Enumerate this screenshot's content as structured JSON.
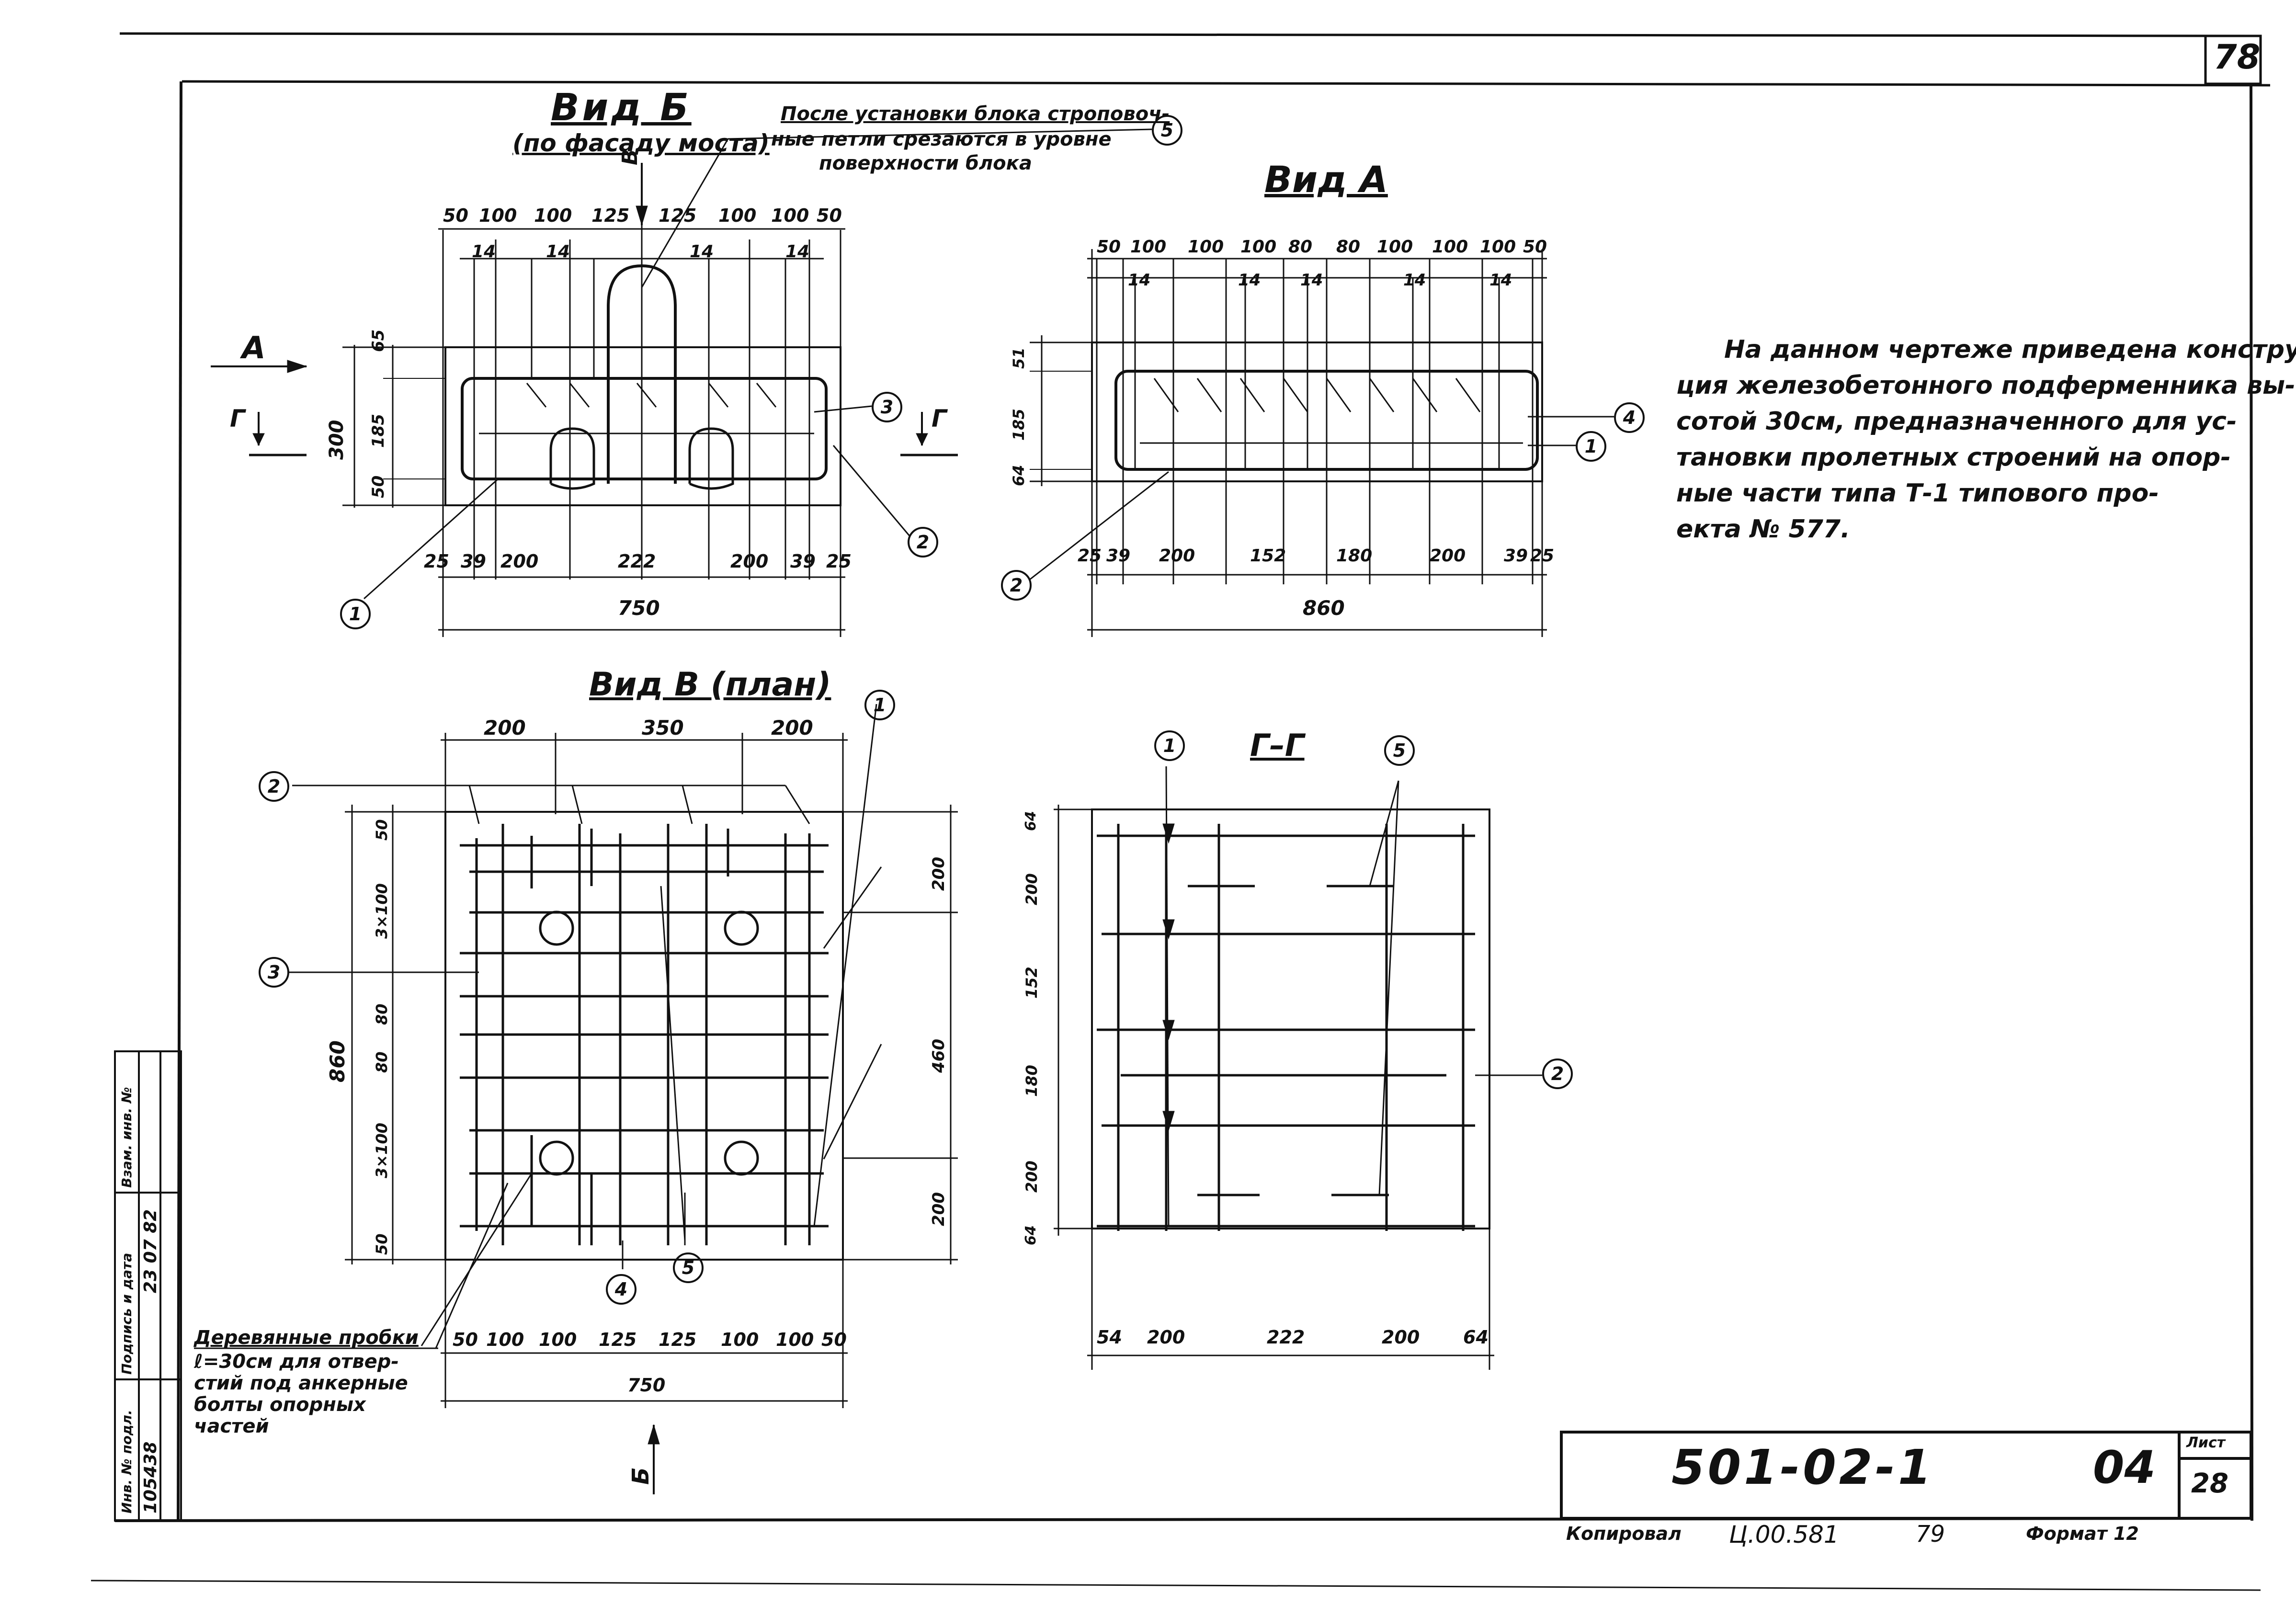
{
  "sheet": {
    "page_number_top": "78",
    "drawing_code": "501-02-1",
    "sheet_code": "04",
    "list_label": "Лист",
    "list_number": "28",
    "copied_by_label": "Копировал",
    "copied_by_sign": "Ц.00.581",
    "copy_number": "79",
    "format_label": "Формат 12"
  },
  "stamp": {
    "col1_label": "Инв. № подл.",
    "col1_value": "105438",
    "col2_label": "Подпись и дата",
    "col2_value": "23 07 82",
    "col3_label": "Взам. инв. №"
  },
  "view_b": {
    "title": "Вид Б",
    "subtitle": "(по фасаду моста)",
    "note_lines": [
      "После установки блока строповоч-",
      "ные петли срезаются в уровне",
      "поверхности блока"
    ],
    "top_dims": [
      "50",
      "100",
      "100",
      "125",
      "125",
      "100",
      "100",
      "50"
    ],
    "bar_dims": [
      "14",
      "14",
      "14",
      "14"
    ],
    "side_dims": [
      "65",
      "185",
      "50"
    ],
    "height_total": "300",
    "bottom_dims": [
      "25",
      "39",
      "200",
      "222",
      "200",
      "39",
      "25"
    ],
    "width_total": "750",
    "arrow_a": "А",
    "arrow_v": "В",
    "arrow_g": "Г",
    "callouts": [
      "5",
      "3",
      "2",
      "1"
    ]
  },
  "view_a": {
    "title": "Вид А",
    "top_dims": [
      "50",
      "100",
      "100",
      "100",
      "80",
      "80",
      "100",
      "100",
      "100",
      "50"
    ],
    "bar_dims": [
      "14",
      "14",
      "14",
      "14",
      "14"
    ],
    "side_dims": [
      "51",
      "185",
      "64"
    ],
    "bottom_dims": [
      "25",
      "39",
      "200",
      "152",
      "180",
      "200",
      "39",
      "25"
    ],
    "width_total": "860",
    "callouts": [
      "4",
      "1",
      "2"
    ]
  },
  "view_v": {
    "title": "Вид В (план)",
    "top_dims": [
      "200",
      "350",
      "200"
    ],
    "left_dims": [
      "50",
      "3×100",
      "80",
      "80",
      "3×100",
      "50"
    ],
    "height_total": "860",
    "right_dims": [
      "200",
      "460",
      "200"
    ],
    "bottom_dims": [
      "50",
      "100",
      "100",
      "125",
      "125",
      "100",
      "100",
      "50"
    ],
    "width_total": "750",
    "arrow_b": "Б",
    "callouts": [
      "1",
      "2",
      "3",
      "4",
      "5"
    ],
    "plug_note_lines": [
      "Деревянные пробки",
      "ℓ=30см для отвер-",
      "стий под анкерные",
      "болты опорных",
      "частей"
    ]
  },
  "section_gg": {
    "title": "Г–Г",
    "left_dims": [
      "64",
      "200",
      "152",
      "180",
      "200",
      "64"
    ],
    "bottom_dims": [
      "54",
      "200",
      "222",
      "200",
      "64"
    ],
    "callouts": [
      "1",
      "5",
      "2"
    ]
  },
  "description": {
    "lines": [
      "На данном чертеже приведена конструк-",
      "ция железобетонного подферменника вы-",
      "сотой 30см, предназначенного для ус-",
      "тановки пролетных строений на опор-",
      "ные части типа Т-1 типового про-",
      "екта № 577."
    ]
  }
}
